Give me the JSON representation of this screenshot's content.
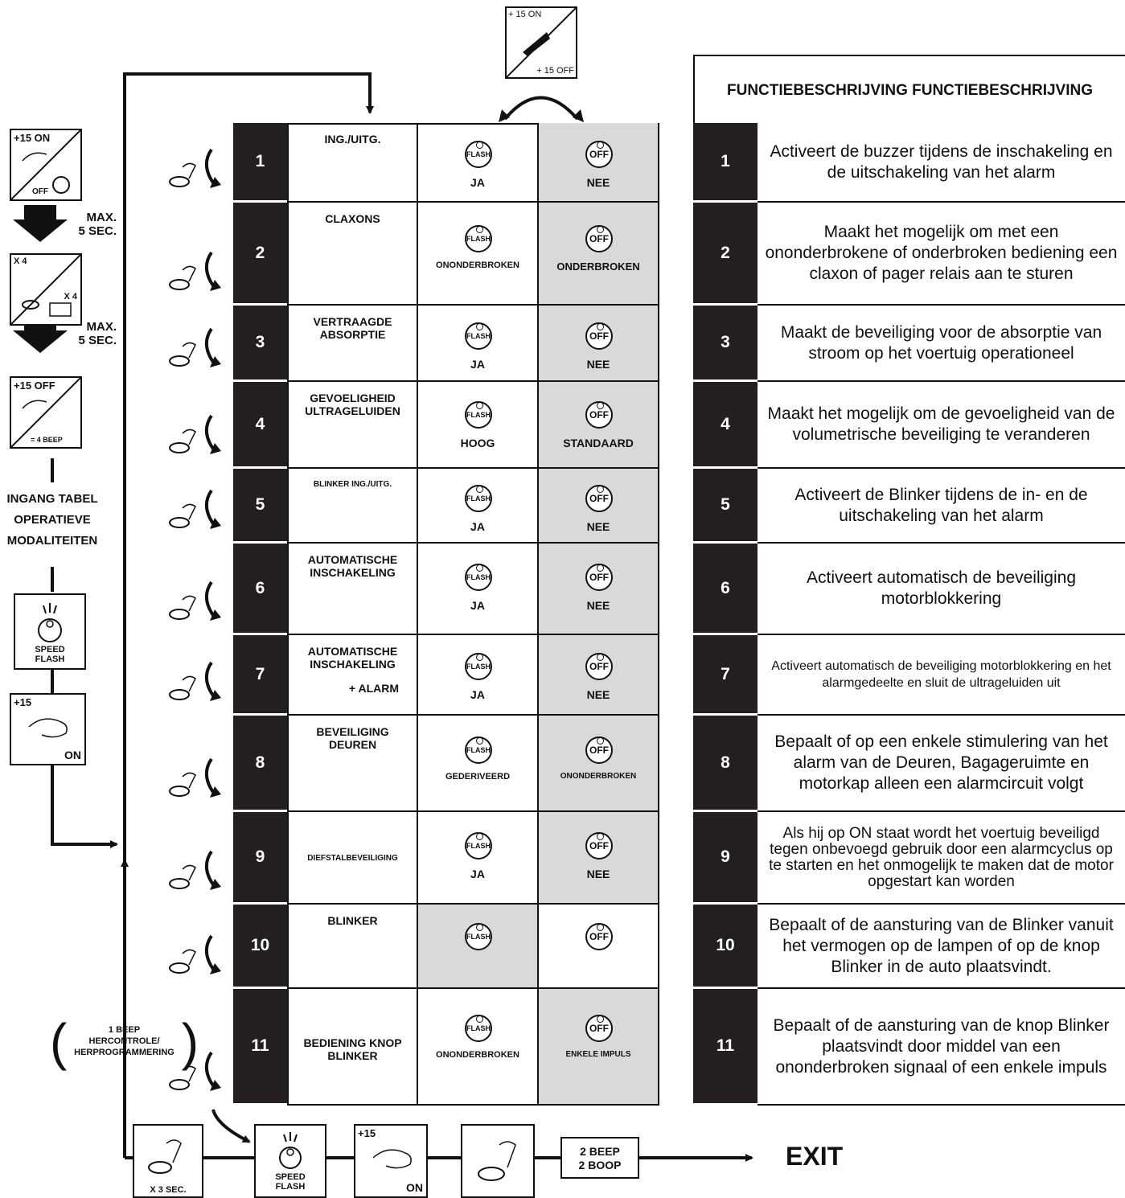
{
  "diagram": {
    "top_switch": {
      "on": "+ 15 ON",
      "off": "+ 15 OFF"
    },
    "desc_header": "FUNCTIEBESCHRIJVING FUNCTIEBESCHRIJVING",
    "left_flow": {
      "step1_on": "+15 ON",
      "step1_off": "OFF",
      "max1": "MAX.\n5 SEC.",
      "step2_x4a": "X 4",
      "step2_x4b": "X 4",
      "max2": "MAX.\n5 SEC.",
      "step3_off": "+15 OFF",
      "step3_beep": "= 4  BEEP",
      "entry_label": "INGANG TABEL\nOPERATIEVE\nMODALITEITEN",
      "speed_flash": "SPEED\nFLASH",
      "plus15": "+15",
      "on": "ON",
      "recheck": "1 BEEP\nHERCONTROLE/\nHERPROGRAMMERING"
    },
    "rows": [
      {
        "num": "1",
        "func": "ING./UITG.",
        "flash_label": "JA",
        "off_label": "NEE",
        "desc": "Activeert de buzzer tijdens de inschakeling en de uitschakeling van het alarm"
      },
      {
        "num": "2",
        "func": "CLAXONS",
        "flash_label": "ONONDERBROKEN",
        "off_label": "ONDERBROKEN",
        "desc": "Maakt het mogelijk om met een ononderbrokene of onderbroken bediening een claxon of pager relais aan te sturen"
      },
      {
        "num": "3",
        "func": "VERTRAAGDE\nABSORPTIE",
        "flash_label": "JA",
        "off_label": "NEE",
        "desc": "Maakt de beveiliging voor de absorptie van stroom op het voertuig operationeel"
      },
      {
        "num": "4",
        "func": "GEVOELIGHEID\nULTRAGELUIDEN",
        "flash_label": "HOOG",
        "off_label": "STANDAARD",
        "desc": "Maakt het mogelijk om de gevoeligheid van de volumetrische beveiliging te veranderen"
      },
      {
        "num": "5",
        "func": "BLINKER ING./UITG.",
        "flash_label": "JA",
        "off_label": "NEE",
        "desc": "Activeert de Blinker tijdens de in- en de uitschakeling van het alarm"
      },
      {
        "num": "6",
        "func": "AUTOMATISCHE\nINSCHAKELING",
        "flash_label": "JA",
        "off_label": "NEE",
        "desc": "Activeert automatisch de beveiliging motorblokkering"
      },
      {
        "num": "7",
        "func": "AUTOMATISCHE\nINSCHAKELING",
        "func_extra": "+ ALARM",
        "flash_label": "JA",
        "off_label": "NEE",
        "desc": "Activeert automatisch de beveiliging motorblokkering en het alarmgedeelte en sluit de ultrageluiden uit"
      },
      {
        "num": "8",
        "func": "BEVEILIGING\nDEUREN",
        "flash_label": "GEDERIVEERD",
        "off_label": "ONONDERBROKEN",
        "desc": "Bepaalt of op een enkele stimulering van het alarm van de Deuren, Bagageruimte en motorkap alleen een alarmcircuit volgt"
      },
      {
        "num": "9",
        "func": "DIEFSTALBEVEILIGING",
        "flash_label": "JA",
        "off_label": "NEE",
        "desc": "Als hij op ON staat wordt het voertuig beveiligd tegen onbevoegd gebruik door een alarmcyclus op te starten en het onmogelijk te maken dat de motor opgestart kan worden"
      },
      {
        "num": "10",
        "func": "BLINKER",
        "flash_label": "",
        "off_label": "",
        "desc": "Bepaalt of de aansturing van de Blinker vanuit het vermogen op de lampen of op de knop Blinker in de auto plaatsvindt."
      },
      {
        "num": "11",
        "func": "BEDIENING KNOP\nBLINKER",
        "flash_label": "ONONDERBROKEN",
        "off_label": "ENKELE IMPULS",
        "desc": "Bepaalt of de aansturing van de knop Blinker plaatsvindt door middel van een ononderbroken signaal of een enkele impuls"
      }
    ],
    "knob_flash": "FLASH",
    "knob_off": "OFF",
    "bottom_flow": {
      "x3": "X 3 SEC.",
      "speed_flash": "SPEED\nFLASH",
      "plus15": "+15",
      "on": "ON",
      "beeps": "2 BEEP\n2 BOOP",
      "exit": "EXIT"
    }
  }
}
